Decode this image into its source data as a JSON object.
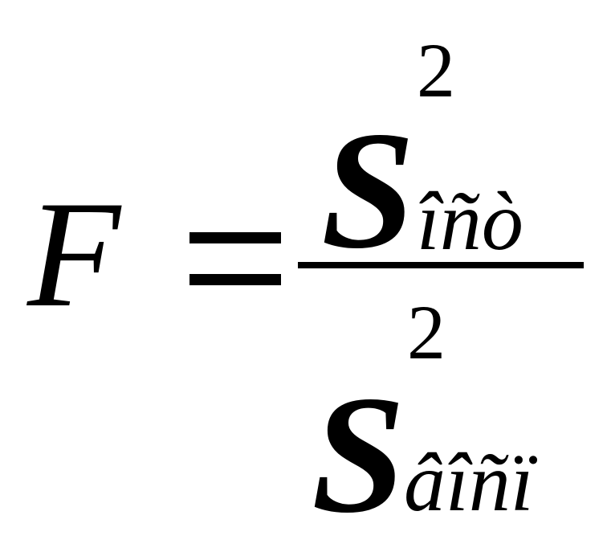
{
  "formula": {
    "lhs": "F",
    "relation": "=",
    "numerator": {
      "base": "S",
      "exponent": "2",
      "subscript": "îñò"
    },
    "denominator": {
      "base": "S",
      "exponent": "2",
      "subscript": "âîñï"
    },
    "color": "#000000",
    "background": "#ffffff"
  }
}
